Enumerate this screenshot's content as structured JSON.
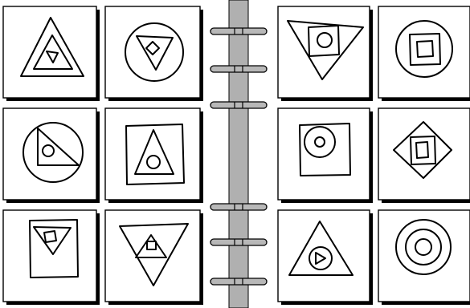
{
  "background_color": "#ffffff",
  "spine_color": "#b0b0b0",
  "ring_color": "#b8b8b8",
  "line_color": "#000000",
  "left_page": {
    "cards": [
      {
        "outer": "triangle",
        "middle": "triangle",
        "inner": "triangle-down"
      },
      {
        "outer": "circle",
        "middle": "triangle-down",
        "inner": "diamond"
      },
      {
        "outer": "circle",
        "middle": "triangle-right",
        "inner": "circle"
      },
      {
        "outer": "square",
        "middle": "triangle",
        "inner": "circle"
      },
      {
        "outer": "square",
        "middle": "triangle-down",
        "inner": "square"
      },
      {
        "outer": "triangle-down",
        "middle": "triangle",
        "inner": "square"
      }
    ]
  },
  "right_page": {
    "cards": [
      {
        "outer": "triangle-down",
        "middle": "square",
        "inner": "circle"
      },
      {
        "outer": "circle",
        "middle": "square",
        "inner": "square"
      },
      {
        "outer": "square",
        "middle": "circle",
        "inner": "circle"
      },
      {
        "outer": "diamond",
        "middle": "square",
        "inner": "square"
      },
      {
        "outer": "triangle",
        "middle": "circle",
        "inner": "triangle-right"
      },
      {
        "outer": "circle",
        "middle": "circle",
        "inner": "circle"
      }
    ]
  },
  "binder_rings": 6
}
